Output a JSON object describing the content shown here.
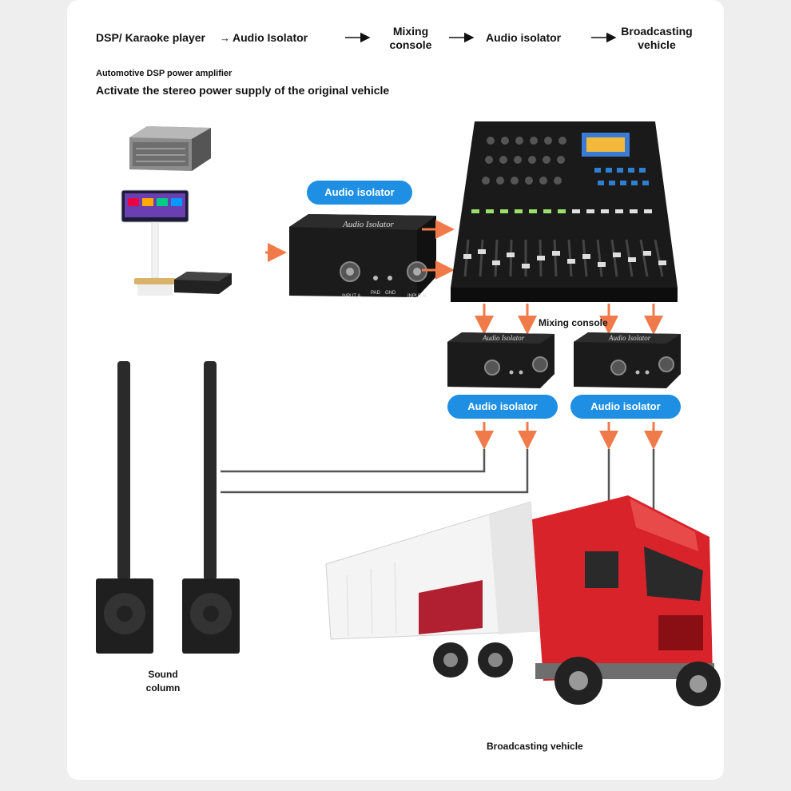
{
  "flow": {
    "step1": "DSP/ Karaoke player",
    "step2": "Audio Isolator",
    "step3": "Mixing\nconsole",
    "step4": "Audio isolator",
    "step5": "Broadcasting\nvehicle"
  },
  "source_caption": {
    "line1": "Automotive DSP power amplifier",
    "line2": "Activate the stereo power supply of the original vehicle"
  },
  "isolator_main": {
    "badge": "Audio isolator",
    "brand": "Audio Isolator",
    "input_a": "INPUT A",
    "input_b": "INPUT B",
    "pad": "PAD",
    "gnd": "GND"
  },
  "mixer": {
    "label": "Mixing console"
  },
  "isolator_left": {
    "badge": "Audio isolator",
    "brand": "Audio Isolator"
  },
  "isolator_right": {
    "badge": "Audio isolator",
    "brand": "Audio Isolator"
  },
  "sound_column": {
    "label": "Sound\ncolumn"
  },
  "truck": {
    "label": "Broadcasting vehicle"
  },
  "colors": {
    "badge": "#1e8fe3",
    "arrow": "#f07a4a",
    "truck_red": "#d8232a",
    "device": "#1b1b1b"
  }
}
